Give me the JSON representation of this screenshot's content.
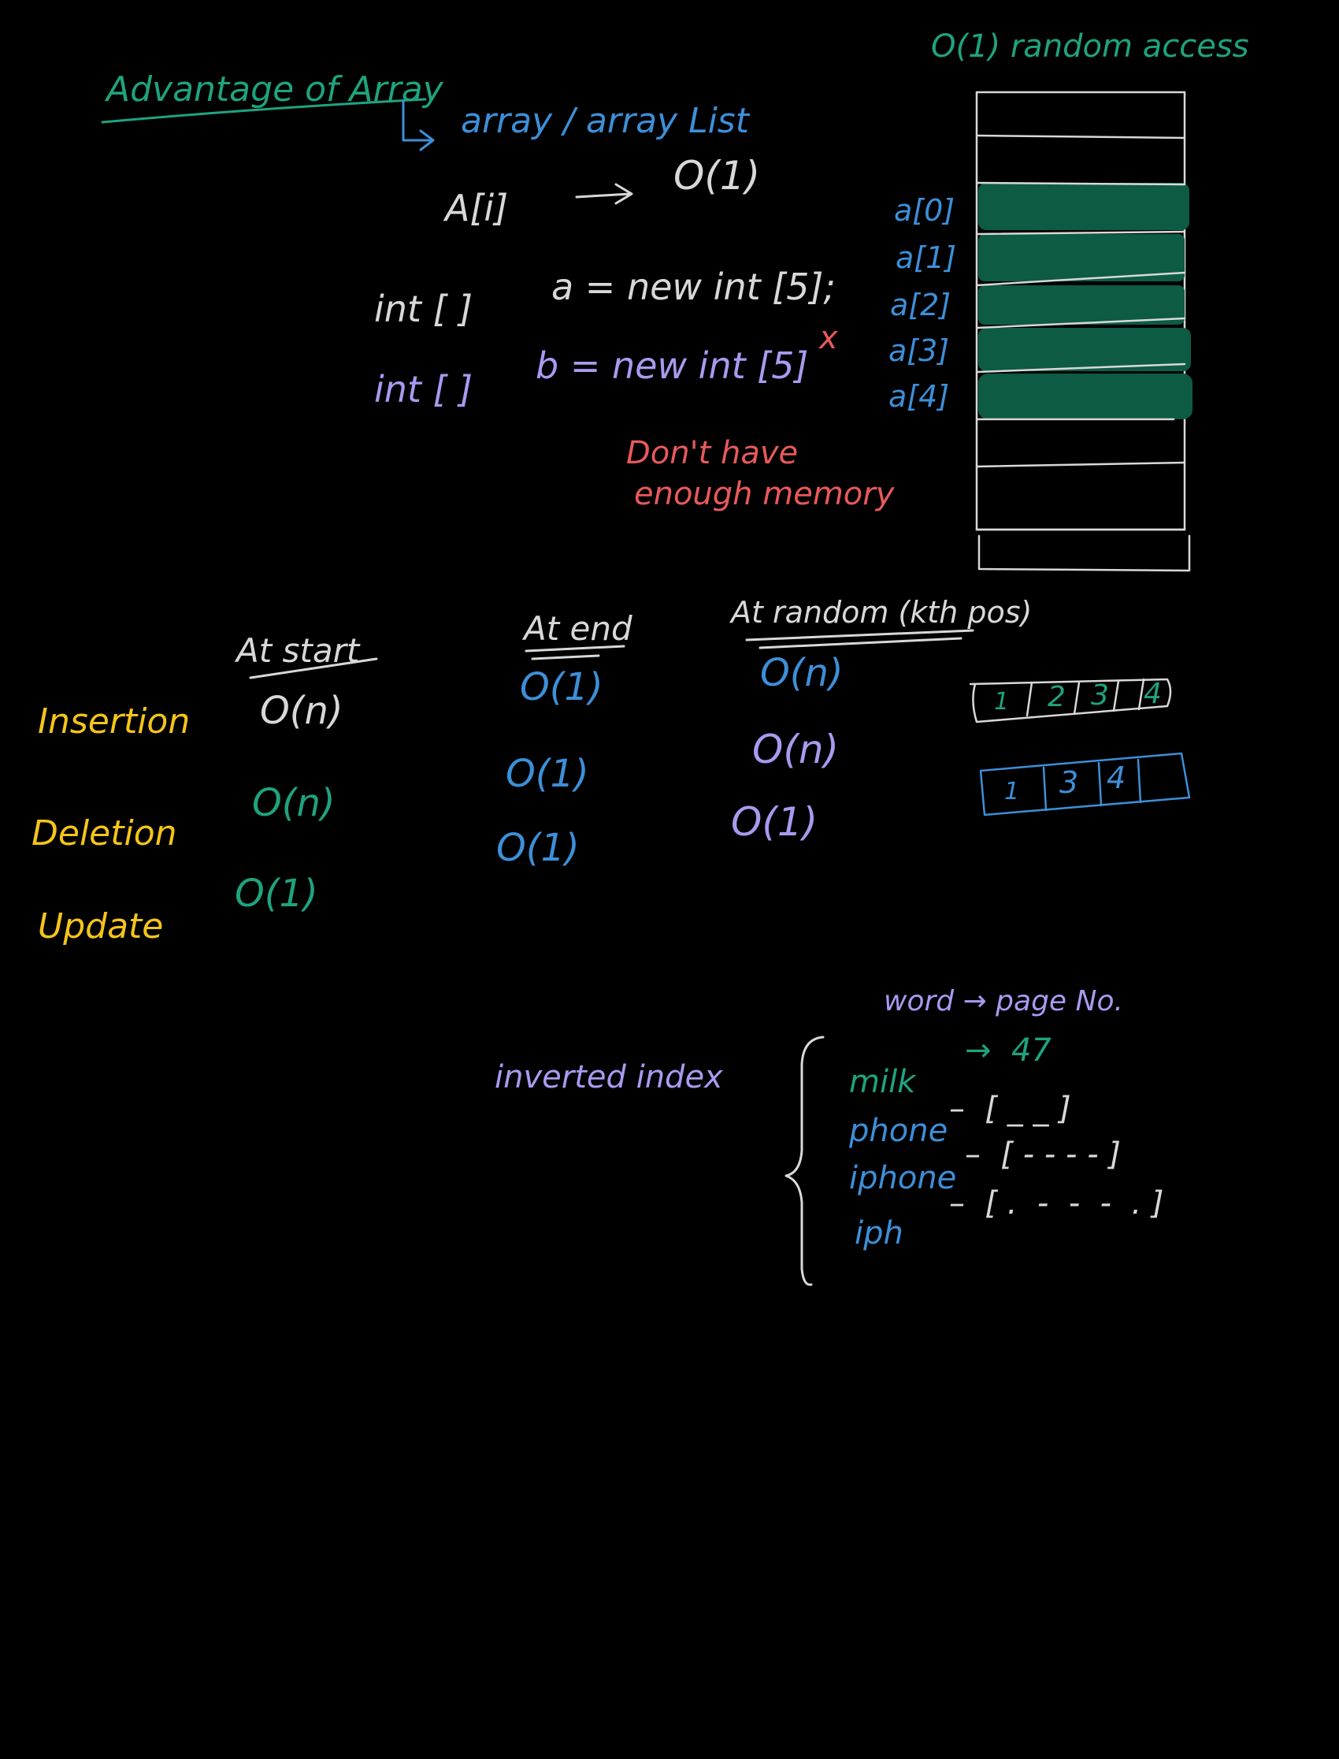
{
  "colors": {
    "background": "#000000",
    "green": "#1fa37f",
    "blue": "#3d8fd8",
    "white": "#d8d8d8",
    "purple": "#a99af0",
    "red": "#e8595b",
    "yellow": "#f5c518",
    "cell_fill": "#0d5a45"
  },
  "header": {
    "title": "Advantage of Array",
    "subtitle": "array / array List"
  },
  "access": {
    "expr": "A[i]",
    "result": "O(1)",
    "random_label": "O(1) random access"
  },
  "code": {
    "line1_decl": "int [ ]",
    "line1_rest": "a = new int [5];",
    "line2_decl": "int [ ]",
    "line2_rest": "b = new int [5]",
    "line2_mark": "x"
  },
  "note": {
    "line1": "Don't have",
    "line2": "enough memory"
  },
  "memory": {
    "labels": [
      "a[0]",
      "a[1]",
      "a[2]",
      "a[3]",
      "a[4]"
    ]
  },
  "complexity": {
    "columns": [
      "At start",
      "At end",
      "At random (kth pos)"
    ],
    "rows": [
      {
        "label": "Insertion",
        "values": [
          "O(n)",
          "O(1)",
          "O(n)"
        ]
      },
      {
        "label": "Deletion",
        "values": [
          "O(n)",
          "O(1)",
          "O(n)"
        ]
      },
      {
        "label": "Update",
        "values": [
          "O(1)",
          "O(1)",
          "O(1)"
        ]
      }
    ]
  },
  "arrays": {
    "before": [
      "1",
      "2",
      "3",
      "4"
    ],
    "after": [
      "1",
      "3",
      "4",
      ""
    ]
  },
  "index": {
    "heading": "word → page No.",
    "label": "inverted index",
    "entries": [
      {
        "word": "milk",
        "value": "→  47"
      },
      {
        "word": "phone",
        "value": "–  [ _ _ ]"
      },
      {
        "word": "iphone",
        "value": "–  [ - - - - ]"
      },
      {
        "word": "iph",
        "value": "–  [ .  -  -  -  . ]"
      }
    ]
  }
}
